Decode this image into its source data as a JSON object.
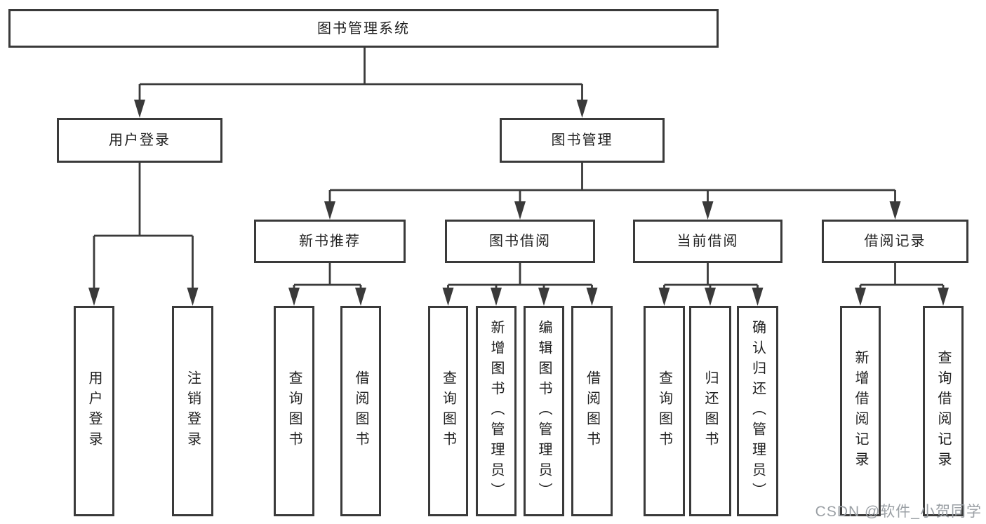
{
  "tree": {
    "root": {
      "label": "图书管理系统",
      "children": [
        {
          "label": "用户登录",
          "children": [
            {
              "label": "用户登录"
            },
            {
              "label": "注销登录"
            }
          ]
        },
        {
          "label": "图书管理",
          "children": [
            {
              "label": "新书推荐",
              "children": [
                {
                  "label": "查询图书"
                },
                {
                  "label": "借阅图书"
                }
              ]
            },
            {
              "label": "图书借阅",
              "children": [
                {
                  "label": "查询图书"
                },
                {
                  "label": "新增图书（管理员）"
                },
                {
                  "label": "编辑图书（管理员）"
                },
                {
                  "label": "借阅图书"
                }
              ]
            },
            {
              "label": "当前借阅",
              "children": [
                {
                  "label": "查询图书"
                },
                {
                  "label": "归还图书"
                },
                {
                  "label": "确认归还（管理员）"
                }
              ]
            },
            {
              "label": "借阅记录",
              "children": [
                {
                  "label": "新增借阅记录"
                },
                {
                  "label": "查询借阅记录"
                }
              ]
            }
          ]
        }
      ]
    }
  },
  "watermark": {
    "text": "CSDN @软件_小贺同学"
  },
  "colors": {
    "border": "#3a3a3a",
    "line": "#3a3a3a",
    "text": "#1f1f1f",
    "watermark": "#9ba0a5",
    "background": "#ffffff"
  }
}
